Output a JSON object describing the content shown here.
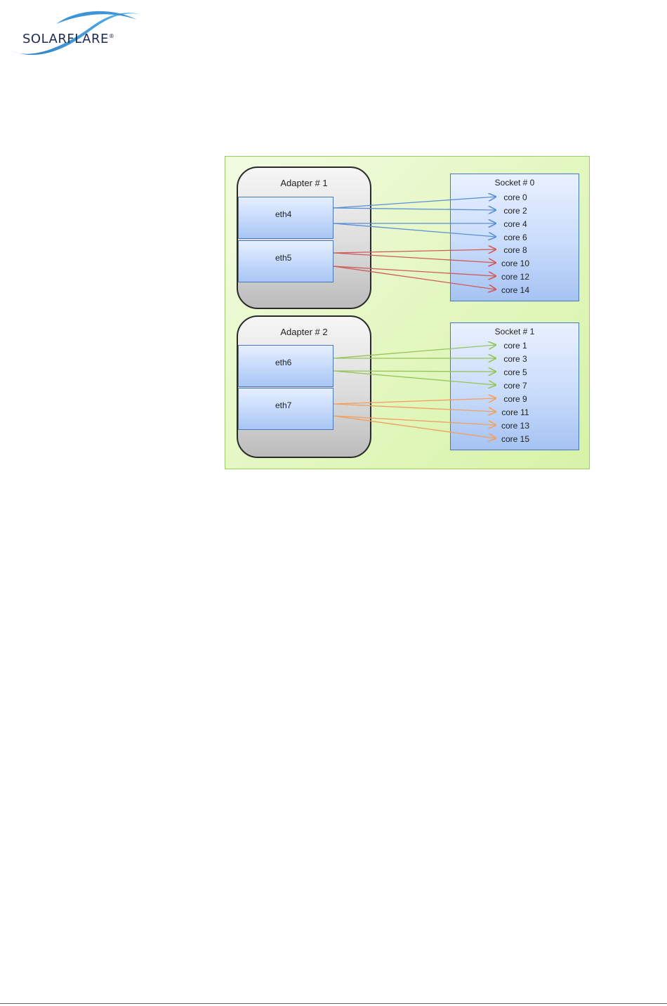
{
  "logo": {
    "text": "SOLARFLARE",
    "mark": "®"
  },
  "colors": {
    "eth4": "#5b8fd6",
    "eth5": "#cf5a5a",
    "eth6": "#97c45a",
    "eth7": "#f0a060"
  },
  "adapters": [
    {
      "title": "Adapter # 1",
      "ports": [
        "eth4",
        "eth5"
      ]
    },
    {
      "title": "Adapter # 2",
      "ports": [
        "eth6",
        "eth7"
      ]
    }
  ],
  "sockets": [
    {
      "title": "Socket # 0",
      "cores": [
        "core 0",
        "core 2",
        "core 4",
        "core 6",
        "core 8",
        "core 10",
        "core 12",
        "core 14"
      ]
    },
    {
      "title": "Socket # 1",
      "cores": [
        "core 1",
        "core 3",
        "core 5",
        "core 7",
        "core 9",
        "core 11",
        "core 13",
        "core 15"
      ]
    }
  ],
  "mappings": [
    {
      "port": "eth4",
      "cores": [
        "core 0",
        "core 2",
        "core 4",
        "core 6"
      ]
    },
    {
      "port": "eth5",
      "cores": [
        "core 8",
        "core 10",
        "core 12",
        "core 14"
      ]
    },
    {
      "port": "eth6",
      "cores": [
        "core 1",
        "core 3",
        "core 5",
        "core 7"
      ]
    },
    {
      "port": "eth7",
      "cores": [
        "core 9",
        "core 11",
        "core 13",
        "core 15"
      ]
    }
  ]
}
